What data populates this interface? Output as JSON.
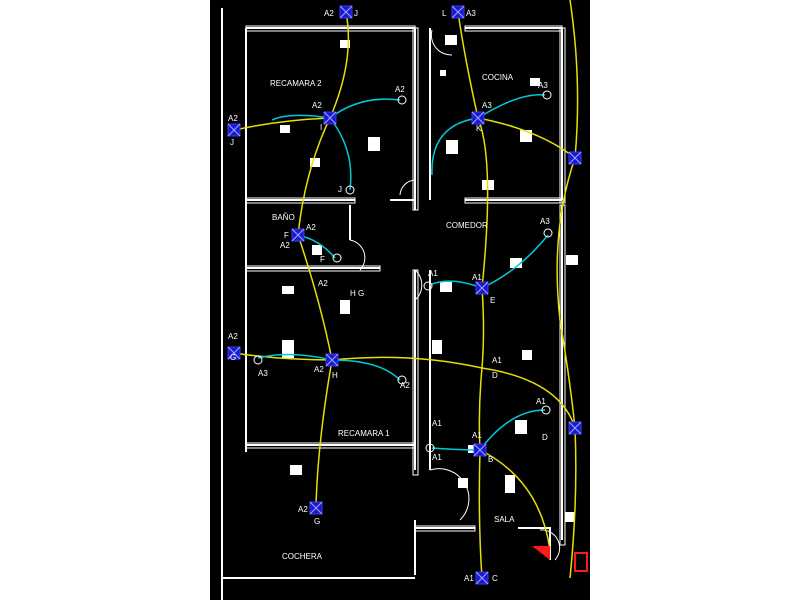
{
  "colors": {
    "background": "#000000",
    "wall": "#ffffff",
    "circuit_main": "#e8e000",
    "circuit_branch": "#00c8d8",
    "fixture": "#1a1acc",
    "panel": "#ff1a1a"
  },
  "rooms": {
    "recamara2": "RECAMARA 2",
    "cocina": "COCINA",
    "bano": "BAÑO",
    "comedor": "COMEDOR",
    "recamara1": "RECAMARA 1",
    "sala": "SALA",
    "cochera": "COCHERA"
  },
  "fixtures": {
    "top_j": {
      "circuit": "A2",
      "id": "J"
    },
    "top_l": {
      "circuit": "L",
      "id": "A3"
    },
    "left_j": {
      "circuit": "A2",
      "id": "J"
    },
    "i": {
      "circuit": "A2",
      "id": "I"
    },
    "k": {
      "circuit": "A3",
      "id": "K"
    },
    "f": {
      "circuit": "A2",
      "id": "F"
    },
    "e": {
      "circuit": "A1",
      "id": "E"
    },
    "left_g": {
      "circuit": "A2",
      "id": "G"
    },
    "h": {
      "circuit": "A2",
      "id": "H"
    },
    "d": {
      "circuit": "A1",
      "id": "D"
    },
    "b": {
      "circuit": "A1",
      "id": "B"
    },
    "right_e": {
      "circuit": "",
      "id": ""
    },
    "g": {
      "circuit": "A2",
      "id": "G"
    },
    "c": {
      "circuit": "A1",
      "id": "C"
    }
  },
  "switch_labels": {
    "a2_top": "A2",
    "a3_cocina": "A3",
    "j_lower": "J",
    "a3_comedor": "A3",
    "a2_bano": "A2",
    "f_small": "F",
    "a2_hg": "A2",
    "hg": "H G",
    "a1_e": "A1",
    "a1_left": "A1",
    "a2_left": "A2",
    "a1_d": "A1",
    "d_right": "D",
    "a1_c": "A1",
    "a3_c": "A3"
  }
}
